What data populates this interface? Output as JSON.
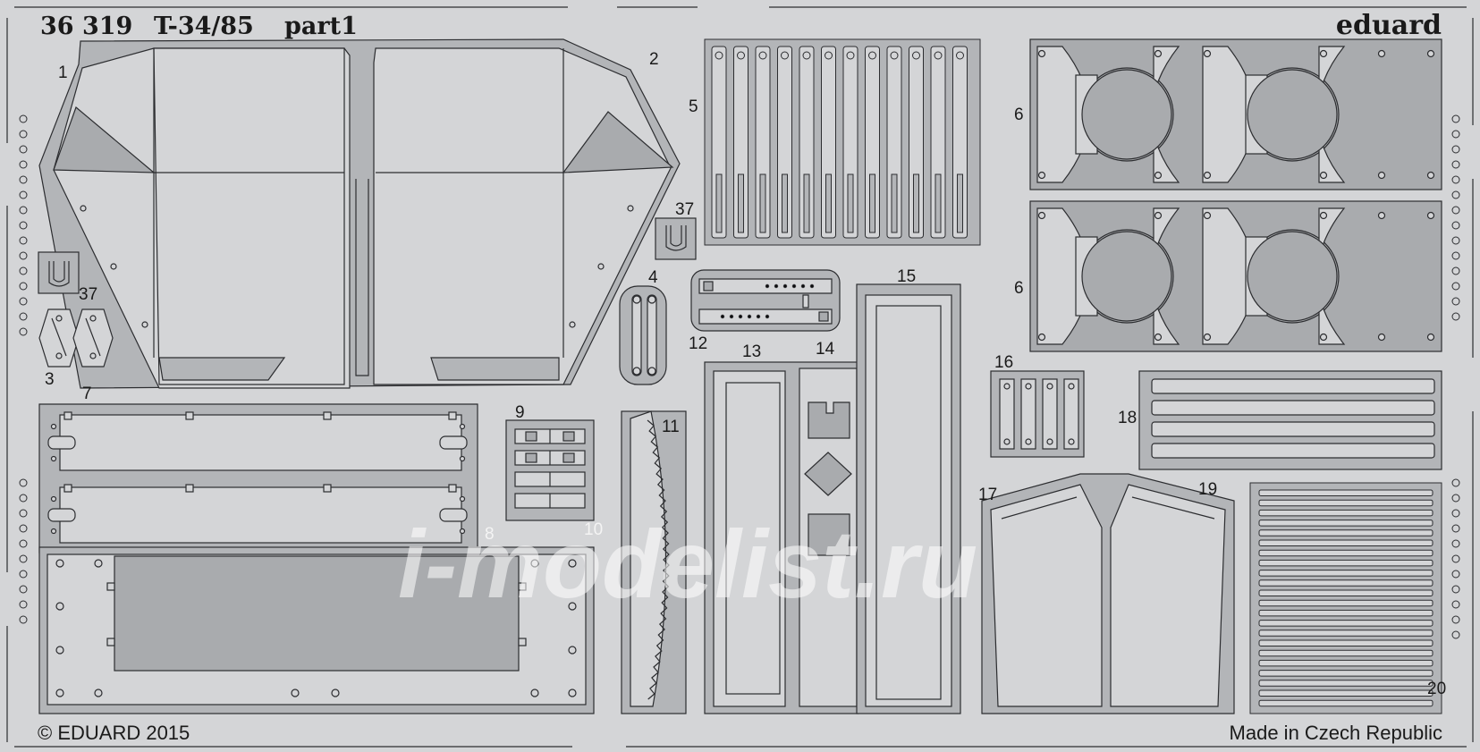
{
  "sheet": {
    "product_code": "36 319",
    "model_name": "T-34/85",
    "part_label": "part1",
    "brand": "eduard",
    "copyright": "© EDUARD 2015",
    "origin": "Made in Czech Republic",
    "watermark": "i-modelist.ru"
  },
  "colors": {
    "metal": "#d4d5d7",
    "metal_dark": "#b3b5b8",
    "etched": "#a9abae",
    "line": "#2c2d30",
    "text": "#1a1a1a",
    "watermark": "#ffffff"
  },
  "part_numbers": {
    "p1": "1",
    "p2": "2",
    "p3": "3",
    "p4": "4",
    "p5": "5",
    "p6a": "6",
    "p6b": "6",
    "p7": "7",
    "p8": "8",
    "p9": "9",
    "p10": "10",
    "p11": "11",
    "p12": "12",
    "p13": "13",
    "p14": "14",
    "p15": "15",
    "p16": "16",
    "p17": "17",
    "p18": "18",
    "p19": "19",
    "p20": "20",
    "p37a": "37",
    "p37b": "37"
  }
}
